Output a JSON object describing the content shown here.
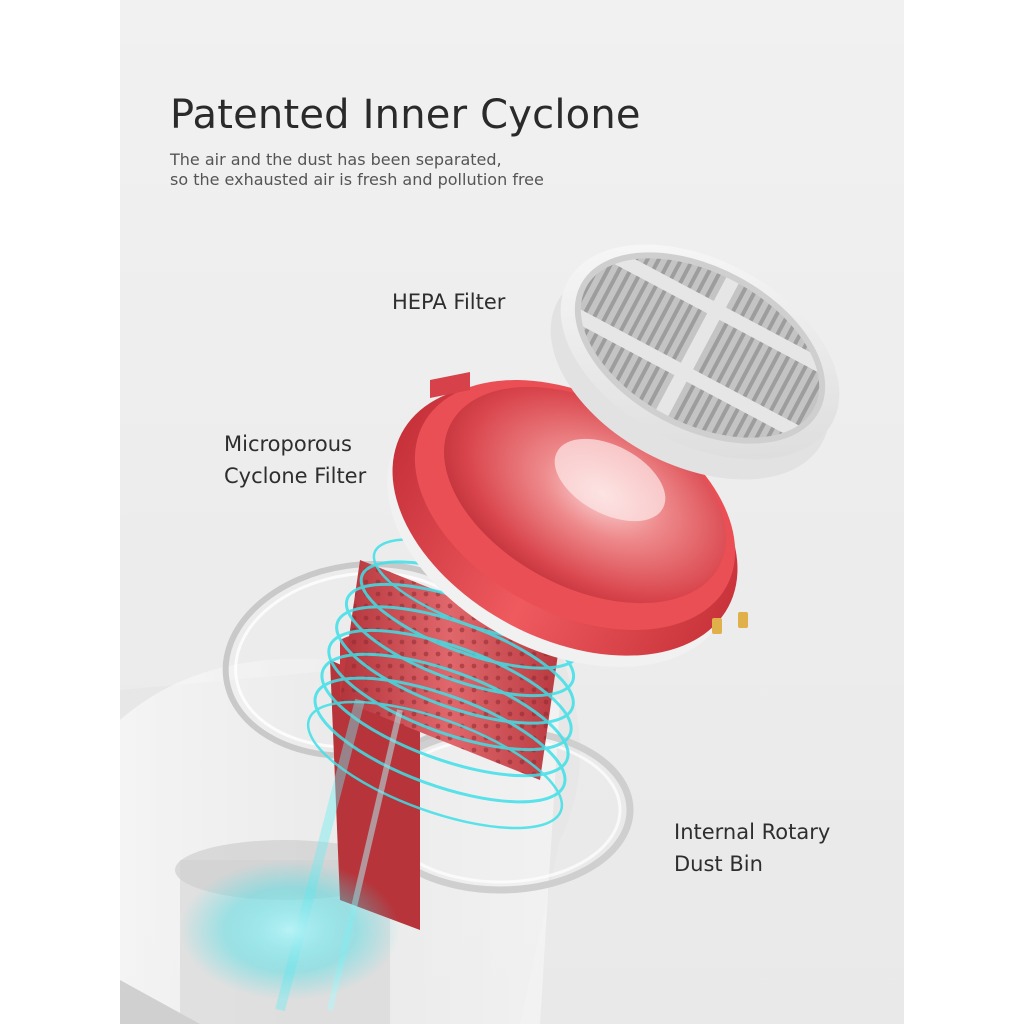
{
  "headline": "Patented Inner Cyclone",
  "subtitle": {
    "line1": "The air and the dust has been separated,",
    "line2": "so the exhausted air is fresh and pollution free"
  },
  "labels": {
    "hepa": "HEPA Filter",
    "cyclone_line1": "Microporous",
    "cyclone_line2": "Cyclone Filter",
    "bin_line1": "Internal Rotary",
    "bin_line2": "Dust Bin"
  },
  "colors": {
    "background": "#ededed",
    "text_dark": "#2a2a2a",
    "filter_red": "#e8434a",
    "airflow_cyan": "#3fe0e8",
    "hepa_white": "#f4f4f4"
  }
}
